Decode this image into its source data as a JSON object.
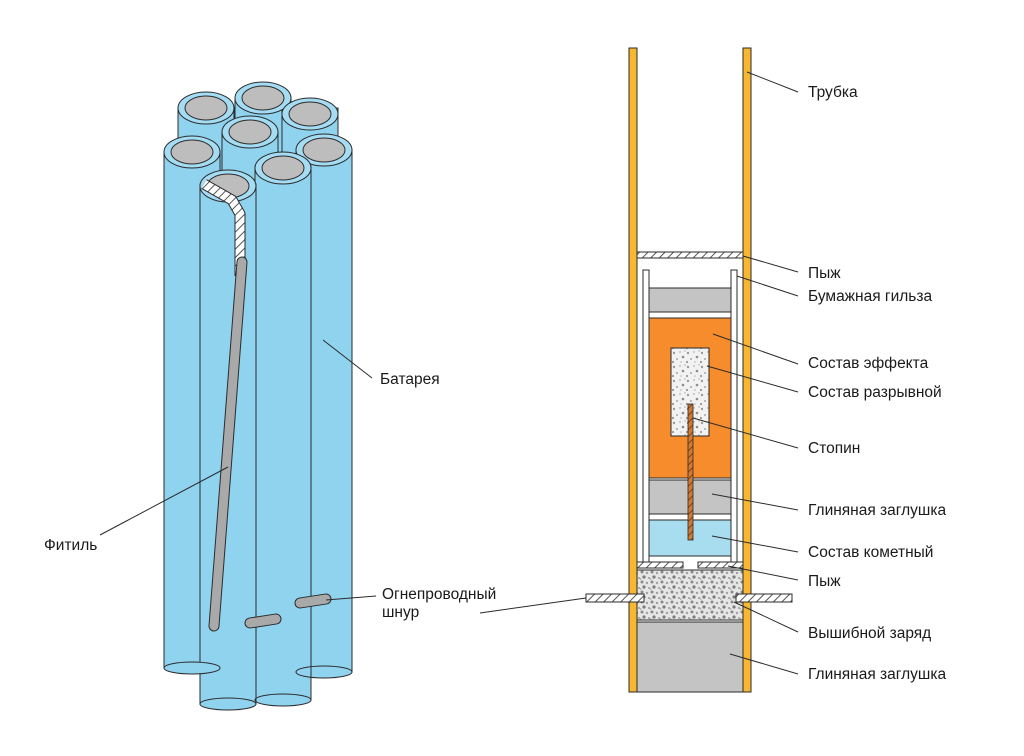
{
  "labels": {
    "battery": "Батарея",
    "wick": "Фитиль",
    "fire_cord_1": "Огнепроводный",
    "fire_cord_2": "шнур",
    "tube": "Трубка",
    "wad_top": "Пыж",
    "paper_sleeve": "Бумажная гильза",
    "effect_composition": "Состав эффекта",
    "burst_composition": "Состав разрывной",
    "stopin": "Стопин",
    "clay_plug_upper": "Глиняная заглушка",
    "comet_composition": "Состав кометный",
    "wad_bottom": "Пыж",
    "lift_charge": "Вышибной заряд",
    "clay_plug_lower": "Глиняная заглушка"
  },
  "colors": {
    "tube_blue": "#8fd3ef",
    "tube_top": "#a3dcf3",
    "core_gray": "#bdbdbd",
    "fuse_gray": "#a9a9a9",
    "outline": "#2b2b2b",
    "tube_yellow": "#f7b731",
    "effect_orange": "#f78c2c",
    "comet_blue": "#a8dcef",
    "clay_gray": "#c4c4c4",
    "stopin_brown": "#b5652b"
  }
}
